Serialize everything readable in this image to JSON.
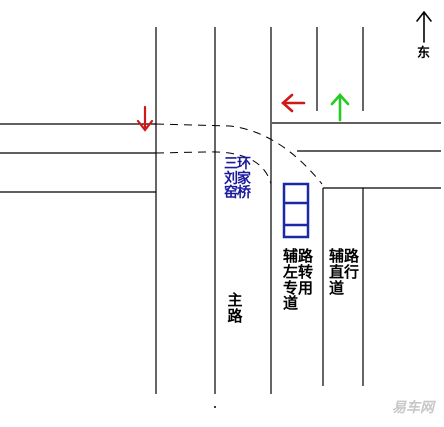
{
  "compass": {
    "label": "东",
    "icon": "up-arrow-icon"
  },
  "labels": {
    "bridge": "三环\n刘家\n窑桥",
    "main_road": "主\n路",
    "left_turn_lane": "辅路\n左转\n专用\n道",
    "straight_lane": "辅路\n直行\n道"
  },
  "watermark": "易车网",
  "colors": {
    "road_line": "#000000",
    "red_arrow": "#d01818",
    "green_arrow": "#22cc22",
    "car": "#1a2aa6",
    "bridge_text": "#1a1a9c"
  },
  "signals": [
    {
      "name": "down-arrow-icon",
      "color": "red"
    },
    {
      "name": "left-arrow-icon",
      "color": "red"
    },
    {
      "name": "up-arrow-icon",
      "color": "green"
    }
  ]
}
